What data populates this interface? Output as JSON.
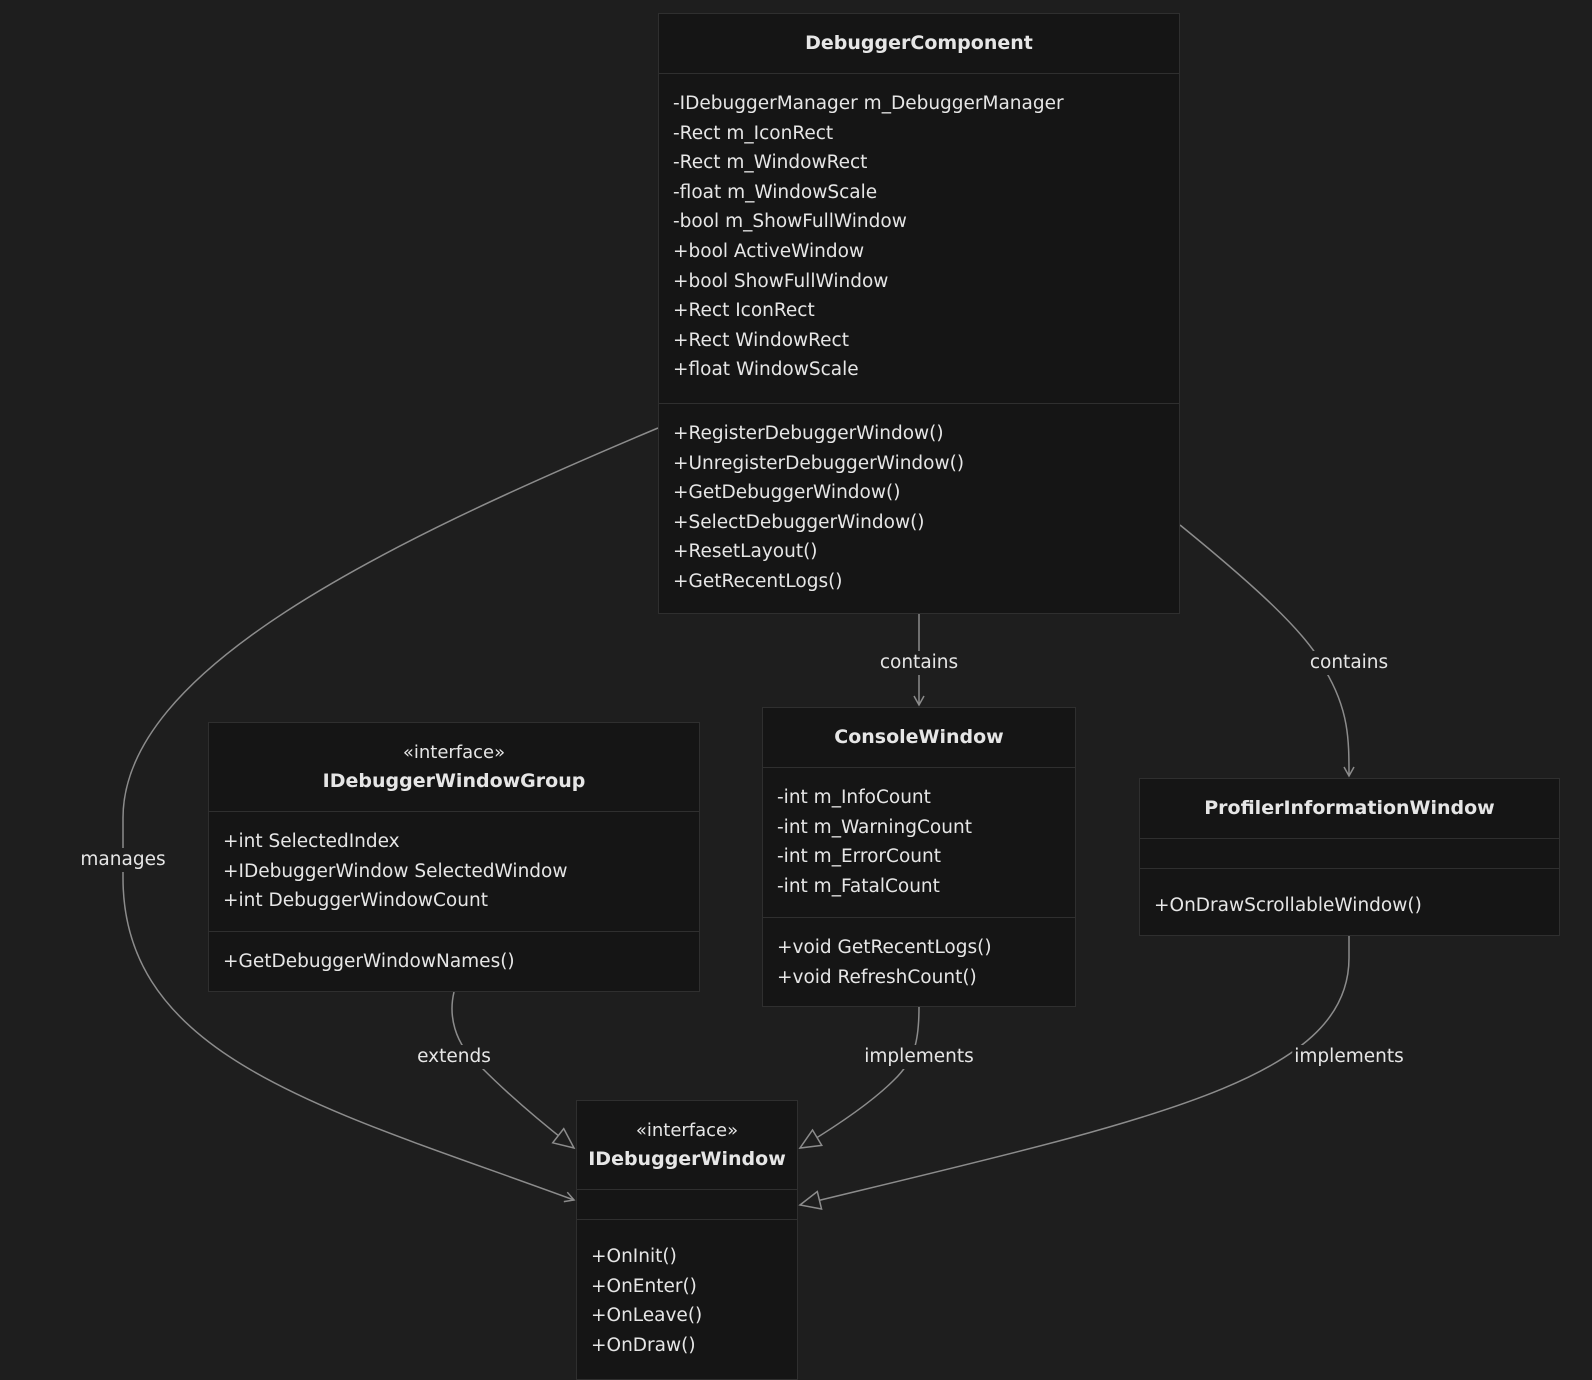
{
  "diagram": {
    "classes": {
      "debugger_component": {
        "name": "DebuggerComponent",
        "stereotype": "",
        "attributes": [
          "-IDebuggerManager m_DebuggerManager",
          "-Rect m_IconRect",
          "-Rect m_WindowRect",
          "-float m_WindowScale",
          "-bool m_ShowFullWindow",
          "+bool ActiveWindow",
          "+bool ShowFullWindow",
          "+Rect IconRect",
          "+Rect WindowRect",
          "+float WindowScale"
        ],
        "methods": [
          "+RegisterDebuggerWindow()",
          "+UnregisterDebuggerWindow()",
          "+GetDebuggerWindow()",
          "+SelectDebuggerWindow()",
          "+ResetLayout()",
          "+GetRecentLogs()"
        ]
      },
      "idebugger_window_group": {
        "name": "IDebuggerWindowGroup",
        "stereotype": "«interface»",
        "attributes": [
          "+int SelectedIndex",
          "+IDebuggerWindow SelectedWindow",
          "+int DebuggerWindowCount"
        ],
        "methods": [
          "+GetDebuggerWindowNames()"
        ]
      },
      "console_window": {
        "name": "ConsoleWindow",
        "stereotype": "",
        "attributes": [
          "-int m_InfoCount",
          "-int m_WarningCount",
          "-int m_ErrorCount",
          "-int m_FatalCount"
        ],
        "methods": [
          "+void GetRecentLogs()",
          "+void RefreshCount()"
        ]
      },
      "profiler_information_window": {
        "name": "ProfilerInformationWindow",
        "stereotype": "",
        "attributes": [],
        "methods": [
          "+OnDrawScrollableWindow()"
        ]
      },
      "idebugger_window": {
        "name": "IDebuggerWindow",
        "stereotype": "«interface»",
        "attributes": [],
        "methods": [
          "+OnInit()",
          "+OnEnter()",
          "+OnLeave()",
          "+OnDraw()"
        ]
      }
    },
    "relations": {
      "manages": "manages",
      "contains_console": "contains",
      "contains_profiler": "contains",
      "extends": "extends",
      "implements_console": "implements",
      "implements_profiler": "implements"
    },
    "colors": {
      "background": "#1e1e1e",
      "box_fill": "#151515",
      "box_border": "#2f2f2f",
      "text": "#e6e6e6",
      "edge": "#8c8c8c"
    }
  }
}
